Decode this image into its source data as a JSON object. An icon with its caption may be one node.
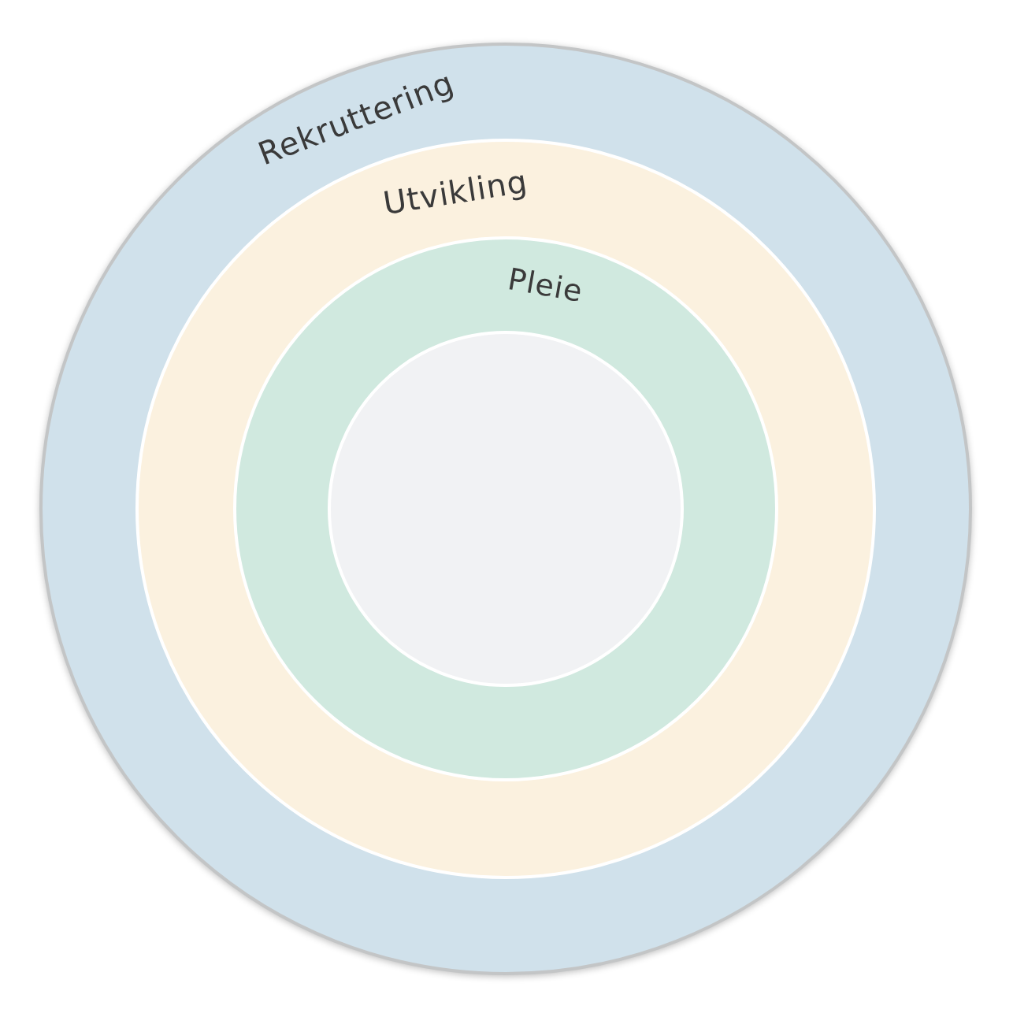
{
  "diagram": {
    "nodes": [
      {
        "text": [
          "Rekruttering"
        ]
      },
      {
        "text": [
          "Utvikling"
        ],
        "in": 0
      },
      {
        "text": [
          "Pleie"
        ],
        "in": 1
      },
      {
        "text": [],
        "shape": "circle",
        "in": 2
      }
    ]
  }
}
